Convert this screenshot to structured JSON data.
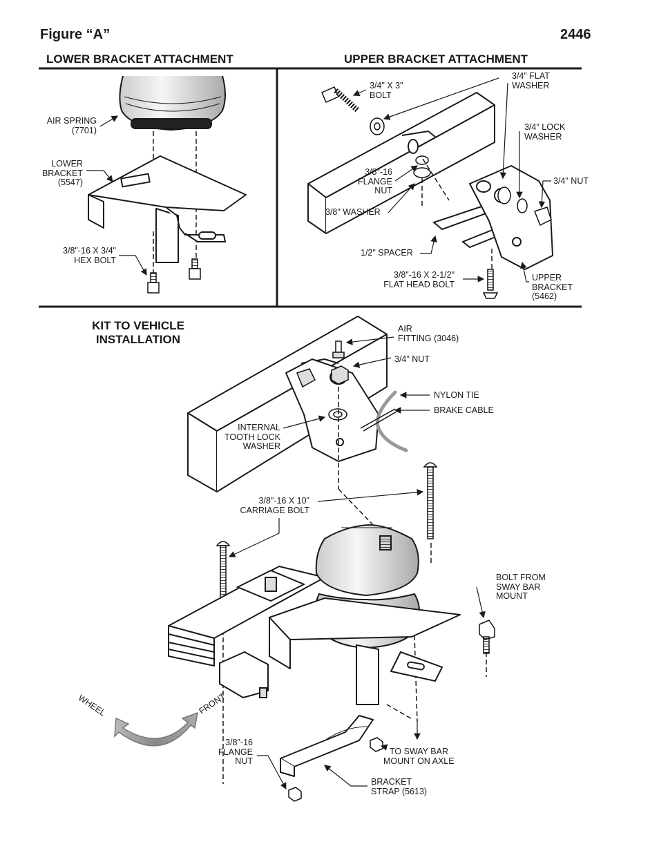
{
  "header": {
    "figure_title": "Figure “A”",
    "kit_number": "2446"
  },
  "sections": {
    "lower": "LOWER BRACKET ATTACHMENT",
    "upper": "UPPER BRACKET ATTACHMENT",
    "kit": [
      "KIT TO VEHICLE",
      "INSTALLATION"
    ]
  },
  "lower_labels": {
    "air_spring": [
      "AIR SPRING",
      "(7701)"
    ],
    "lower_bracket": [
      "LOWER",
      "BRACKET",
      "(5547)"
    ],
    "hex_bolt": [
      "3/8\"-16 X 3/4\"",
      "HEX BOLT"
    ]
  },
  "upper_labels": {
    "bolt": [
      "3/4\" X 3\"",
      "BOLT"
    ],
    "flat_washer": [
      "3/4″ FLAT",
      "WASHER"
    ],
    "lock_washer": [
      "3/4″ LOCK",
      "WASHER"
    ],
    "nut": "3/4\" NUT",
    "flange_nut": [
      "3/8\"-16",
      "FLANGE",
      "NUT"
    ],
    "washer": "3/8\" WASHER",
    "spacer": "1/2\" SPACER",
    "flat_head_bolt": [
      "3/8″-16 X 2-1/2″",
      "FLAT HEAD BOLT"
    ],
    "upper_bracket": [
      "UPPER",
      "BRACKET",
      "(5462)"
    ]
  },
  "kit_labels": {
    "air_fitting": [
      "AIR",
      "FITTING (3046)"
    ],
    "nut": "3/4\" NUT",
    "nylon_tie": "NYLON TIE",
    "brake_cable": "BRAKE CABLE",
    "lock_washer": [
      "INTERNAL",
      "TOOTH LOCK",
      "WASHER"
    ],
    "carriage_bolt": [
      "3/8\"-16 X 10\"",
      "CARRIAGE BOLT"
    ],
    "sway_bolt": [
      "BOLT FROM",
      "SWAY BAR",
      "MOUNT"
    ],
    "wheel": "WHEEL",
    "front": "FRONT",
    "flange_nut": [
      "3/8\"-16",
      "FLANGE",
      "NUT"
    ],
    "sway_mount": [
      "TO SWAY BAR",
      "MOUNT ON AXLE"
    ],
    "bracket_strap": [
      "BRACKET",
      "STRAP (5613)"
    ]
  }
}
